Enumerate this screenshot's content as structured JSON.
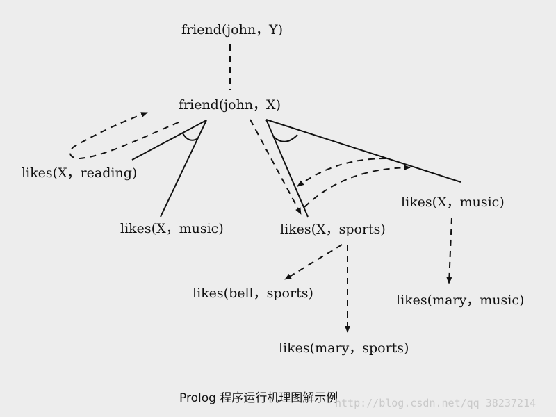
{
  "nodes": {
    "root": "friend(john，Y)",
    "friend_x": "friend(john，X)",
    "likes_reading": "likes(X，reading)",
    "likes_music_left": "likes(X，music)",
    "likes_sports": "likes(X，sports)",
    "likes_music_right": "likes(X，music)",
    "likes_bell_sports": "likes(bell，sports)",
    "likes_mary_sports": "likes(mary，sports)",
    "likes_mary_music": "likes(mary，music)"
  },
  "caption": "Prolog 程序运行机理图解示例",
  "watermark": "http://blog.csdn.net/qq_38237214"
}
